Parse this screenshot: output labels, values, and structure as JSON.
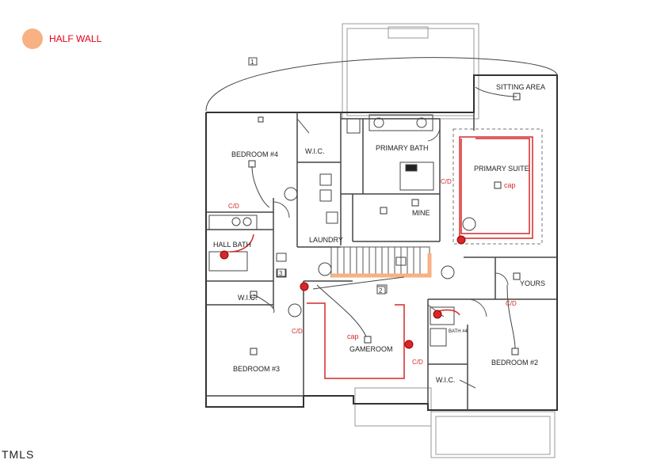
{
  "legend": {
    "label": "HALF WALL",
    "color": "#f7b183"
  },
  "rooms": {
    "sitting_area": "SITTING AREA",
    "primary_bath": "PRIMARY BATH",
    "primary_suite": "PRIMARY SUITE",
    "bedroom4": "BEDROOM #4",
    "wic_top": "W.I.C.",
    "laundry": "LAUNDRY",
    "mine": "MINE",
    "hall_bath": "HALL BATH",
    "wic_left": "W.I.C.",
    "yours": "YOURS",
    "gameroom": "GAMEROOM",
    "bedroom3": "BEDROOM #3",
    "bath4": "BATH #4",
    "bedroom2": "BEDROOM #2",
    "wic_right": "W.I.C."
  },
  "annotations": {
    "cap_suite": "cap",
    "cap_game": "cap",
    "cd_suite": "C/D",
    "cd_hall": "C/D",
    "cd_yours": "C/D",
    "cd_game": "C/D",
    "cd_bath4": "C/D",
    "tag1": "1",
    "tag2": "2",
    "tag3": "3"
  },
  "colors": {
    "wall": "#333333",
    "wiring": "#d62828",
    "half_wall": "#f7b183"
  },
  "brand": "TMLS"
}
